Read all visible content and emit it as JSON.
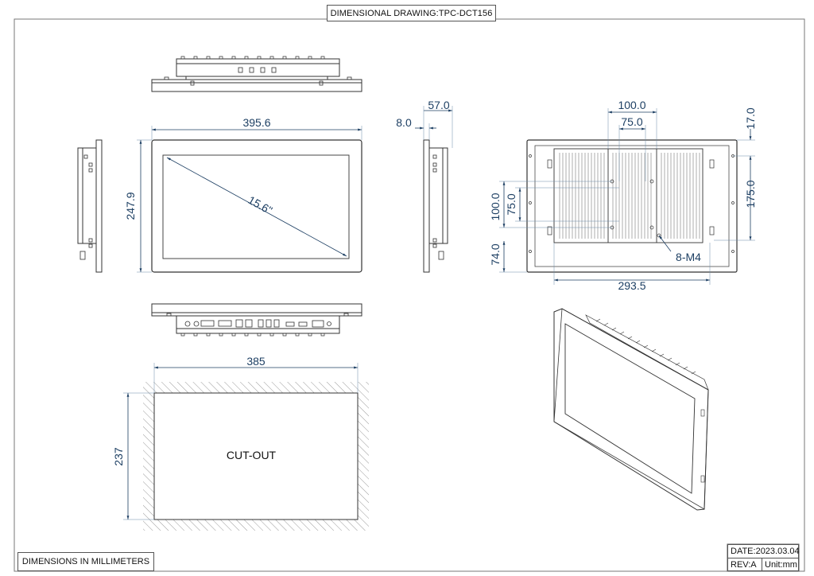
{
  "title": "DIMENSIONAL DRAWING:TPC-DCT156",
  "units_note": "DIMENSIONS IN MILLIMETERS",
  "title_block": {
    "date": "DATE:2023.03.04",
    "rev": "REV:A",
    "unit": "Unit:mm"
  },
  "dimensions": {
    "front_width": "395.6",
    "front_height": "247.9",
    "diagonal": "15.6\"",
    "side_depth": "57.0",
    "side_bezel": "8.0",
    "vesa_outer_h": "100.0",
    "vesa_inner_h": "75.0",
    "vesa_outer_v": "100.0",
    "vesa_inner_v": "75.0",
    "rear_top_offset": "17.0",
    "rear_hole_span_v": "175.0",
    "rear_bottom_offset": "74.0",
    "rear_hole_span_h": "293.5",
    "screws": "8-M4",
    "cutout_width": "385",
    "cutout_height": "237"
  },
  "cutout_label": "CUT-OUT",
  "colors": {
    "dimension": "#1d3f63",
    "line": "#333333",
    "hatch": "#9a9a9a"
  }
}
